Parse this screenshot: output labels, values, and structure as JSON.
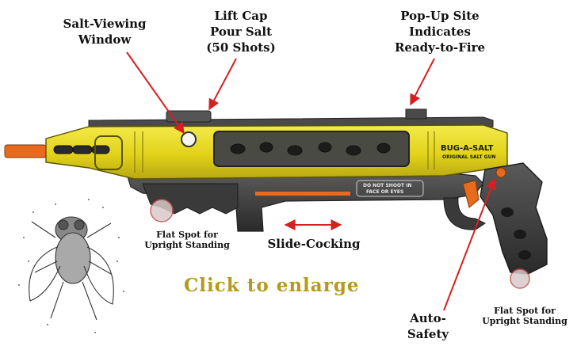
{
  "labels": {
    "salt_viewing": [
      "Salt-Viewing",
      "Window"
    ],
    "lift_cap": [
      "Lift Cap",
      "Pour Salt",
      "(50 Shots)"
    ],
    "pop_up": [
      "Pop-Up Site",
      "Indicates",
      "Ready-to-Fire"
    ],
    "flat_spot_left": [
      "Flat Spot for",
      "Upright Standing"
    ],
    "slide_cocking": "Slide-Cocking",
    "flat_spot_right": [
      "Flat Spot for",
      "Upright Standing"
    ],
    "auto_safety": [
      "Auto-",
      "Safety"
    ],
    "click_to_enlarge": "Click to enlarge"
  },
  "decals": {
    "brand": "BUG-A-SALT",
    "brand_sub": "ORIGINAL SALT GUN",
    "warning": [
      "DO NOT SHOOT IN",
      "FACE OR EYES"
    ]
  },
  "colors": {
    "gun_yellow": "#e8d81e",
    "gun_dark": "#3a3a3a",
    "muzzle_orange": "#e86a1c",
    "arrow_red": "#d42020",
    "enlarge_text": "#b49a1e"
  },
  "icons": {
    "illustration": "salt-gun-illustration",
    "insect": "fly-icon"
  }
}
